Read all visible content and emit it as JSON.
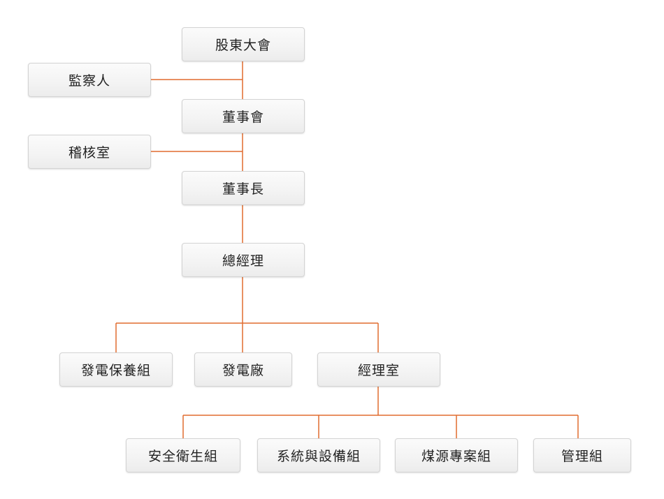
{
  "colors": {
    "connector": "#e06c2f",
    "node_border": "#d3d3d3",
    "node_text": "#222222"
  },
  "org": {
    "shareholders": "股東大會",
    "supervisor": "監察人",
    "board": "董事會",
    "audit": "稽核室",
    "chairman": "董事長",
    "general_manager": "總經理",
    "generation_maintenance": "發電保養組",
    "power_plant": "發電廠",
    "manager_office": "經理室",
    "safety_health": "安全衛生組",
    "systems_equipment": "系統與設備組",
    "coal_project": "煤源專案組",
    "administration": "管理組"
  }
}
